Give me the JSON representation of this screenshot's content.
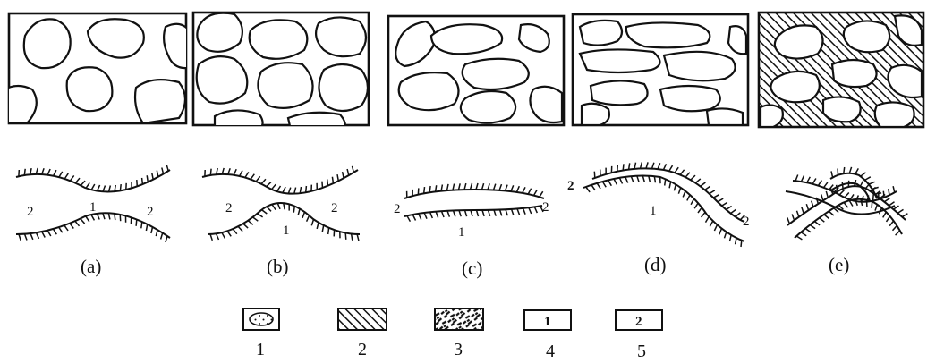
{
  "figure": {
    "panels": [
      {
        "id": "a",
        "caption": "(a)",
        "contact_labels": [
          "2",
          "1",
          "2"
        ]
      },
      {
        "id": "b",
        "caption": "(b)",
        "contact_labels": [
          "2",
          "2",
          "1"
        ]
      },
      {
        "id": "c",
        "caption": "(c)",
        "contact_labels": [
          "2",
          "2",
          "1"
        ]
      },
      {
        "id": "d",
        "caption": "(d)",
        "contact_labels": [
          "2",
          "1",
          "2"
        ]
      },
      {
        "id": "e",
        "caption": "(e)",
        "contact_labels": []
      }
    ],
    "legend": [
      {
        "symbol": "dotted-grain",
        "number": "1"
      },
      {
        "symbol": "diagonal-hatch",
        "number": "2"
      },
      {
        "symbol": "irregular-hatch",
        "number": "3"
      },
      {
        "symbol": "box-label",
        "box_text": "1",
        "number": "4"
      },
      {
        "symbol": "box-label",
        "box_text": "2",
        "number": "5"
      }
    ]
  },
  "colors": {
    "ink": "#111111",
    "paper": "#ffffff"
  }
}
